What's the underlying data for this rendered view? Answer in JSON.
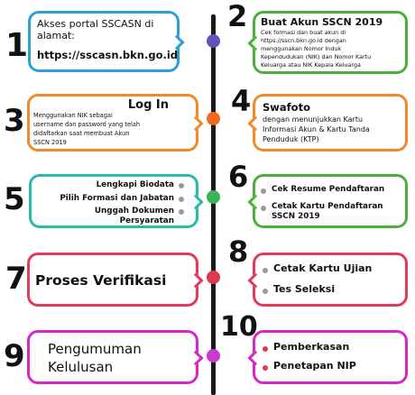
{
  "colors": {
    "blue": "#2b9fd6",
    "orange": "#f18a2a",
    "teal": "#2ab9ab",
    "pink": "#e13a5a",
    "magenta": "#d627c6",
    "green": "#4caf3c",
    "purple": "#6651b8",
    "dot_orange": "#ef6a1f",
    "dot_green": "#3bb457",
    "dot_red": "#e0394f",
    "dot_magenta": "#c93ad0",
    "bullet_gray": "#999999"
  },
  "steps": {
    "s1": {
      "number": "1",
      "line1": "Akses portal SSCASN di",
      "line2": "alamat:",
      "url": "https://sscasn.bkn.go.id"
    },
    "s2": {
      "number": "2",
      "title": "Buat Akun SSCN 2019",
      "lines": [
        "Cek formasi dan buat akun di",
        "https://sscn.bkn.go.id dengan",
        "menggunakan Nomor Induk",
        "Kependudukan (NIK) dan Nomor Kartu",
        "Keluarga atau NIK Kepala Keluarga"
      ]
    },
    "s3": {
      "number": "3",
      "title": "Log In",
      "lines": [
        "Menggunakan NIK sebagai",
        "username dan password yang telah",
        "didaftarkan saat membuat Akun",
        "SSCN 2019"
      ]
    },
    "s4": {
      "number": "4",
      "title": "Swafoto",
      "lines": [
        "dengan menunjukkan Kartu",
        "Informasi Akun & Kartu Tanda",
        "Penduduk (KTP)"
      ]
    },
    "s5": {
      "number": "5",
      "items": [
        "Lengkapi Biodata",
        "Pilih Formasi dan Jabatan",
        "Unggah Dokumen",
        "Persyaratan"
      ]
    },
    "s6": {
      "number": "6",
      "items": [
        "Cek Resume Pendaftaran",
        "Cetak Kartu Pendaftaran",
        "SSCN 2019"
      ]
    },
    "s7": {
      "number": "7",
      "title": "Proses Verifikasi"
    },
    "s8": {
      "number": "8",
      "items": [
        "Cetak Kartu Ujian",
        "Tes Seleksi"
      ]
    },
    "s9": {
      "number": "9",
      "line1": "Pengumuman",
      "line2": "Kelulusan"
    },
    "s10": {
      "number": "10",
      "items": [
        "Pemberkasan",
        "Penetapan NIP"
      ]
    }
  }
}
